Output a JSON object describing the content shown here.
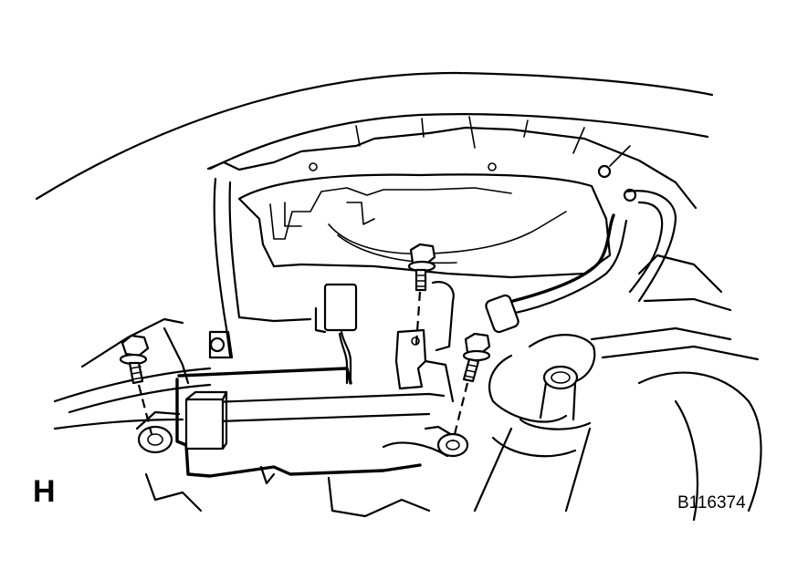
{
  "figure": {
    "view_label": "H",
    "figure_id": "B116374"
  },
  "parts": {
    "bolt_count": 3,
    "line_color": "#000000",
    "background": "#ffffff"
  }
}
